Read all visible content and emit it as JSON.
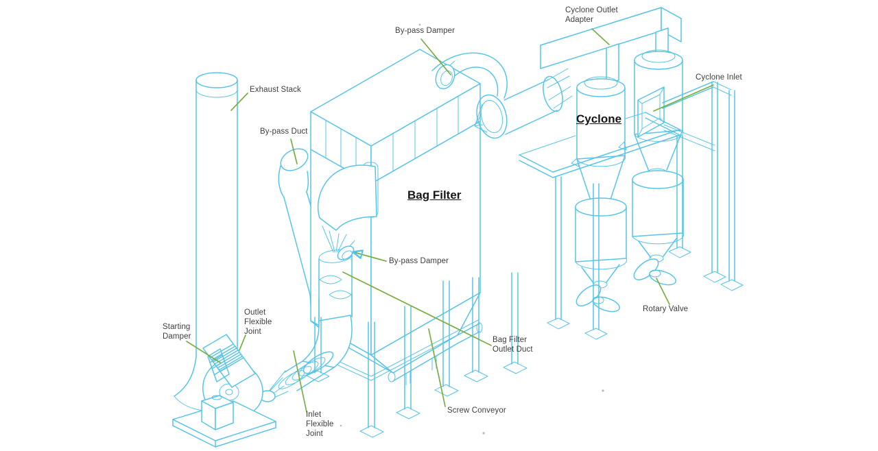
{
  "diagram": {
    "title": "Dust collection system isometric diagram",
    "type": "engineering-line-drawing",
    "colors": {
      "line": "#57c4e7",
      "leader": "#79ad43",
      "label_text": "#3d3d3d",
      "heading_text": "#161616",
      "background": "#ffffff"
    },
    "labels": {
      "bypass_damper_top": "By-pass Damper",
      "cyclone_outlet_adapter": "Cyclone Outlet\nAdapter",
      "cyclone_inlet": "Cyclone Inlet",
      "exhaust_stack": "Exhaust Stack",
      "bypass_duct": "By-pass Duct",
      "cyclone_heading": "Cyclone",
      "bag_filter_heading": "Bag Filter",
      "bypass_damper_mid": "By-pass Damper",
      "bag_filter_outlet_duct": "Bag Filter\nOutlet Duct",
      "rotary_valve": "Rotary Valve",
      "starting_damper": "Starting\nDamper",
      "outlet_flexible_joint": "Outlet\nFlexible\nJoint",
      "inlet_flexible_joint": "Inlet\nFlexible\nJoint",
      "screw_conveyor": "Screw Conveyor"
    }
  }
}
